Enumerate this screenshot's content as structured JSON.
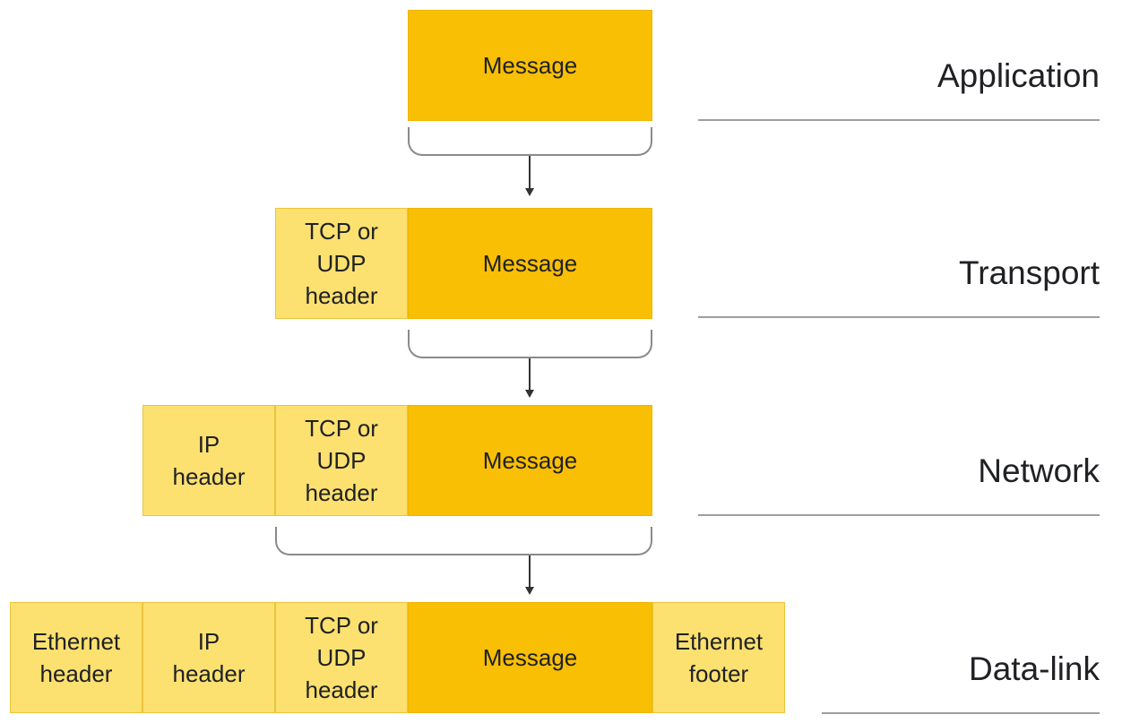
{
  "layers": [
    {
      "name": "Application",
      "cells": [
        {
          "type": "message",
          "text": "Message"
        }
      ]
    },
    {
      "name": "Transport",
      "cells": [
        {
          "type": "header",
          "text": "TCP or\nUDP\nheader"
        },
        {
          "type": "message",
          "text": "Message"
        }
      ]
    },
    {
      "name": "Network",
      "cells": [
        {
          "type": "header",
          "text": "IP\nheader"
        },
        {
          "type": "header",
          "text": "TCP or\nUDP\nheader"
        },
        {
          "type": "message",
          "text": "Message"
        }
      ]
    },
    {
      "name": "Data-link",
      "cells": [
        {
          "type": "header",
          "text": "Ethernet\nheader"
        },
        {
          "type": "header",
          "text": "IP\nheader"
        },
        {
          "type": "header",
          "text": "TCP or\nUDP\nheader"
        },
        {
          "type": "message",
          "text": "Message"
        },
        {
          "type": "header",
          "text": "Ethernet\nfooter"
        }
      ]
    }
  ],
  "colors": {
    "message": "#f9bf05",
    "header": "#fce170"
  }
}
